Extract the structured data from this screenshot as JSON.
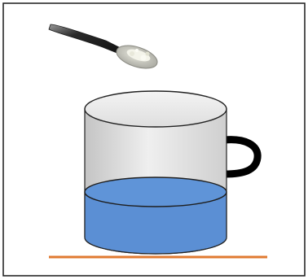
{
  "scene": {
    "background_color": "#ffffff",
    "frame_color": "#1a1a1a",
    "objects": {
      "spoon": {
        "icon": "spoon-icon",
        "handle_color": "#3a3a3a",
        "bowl_color": "#c8c8c0",
        "contents": "powder",
        "contents_color": "#f2f2e6"
      },
      "cup": {
        "icon": "cup-icon",
        "glass_color": "#d4d4d4",
        "outline_color": "#222222",
        "handle_color": "#000000",
        "transparent": true
      },
      "liquid": {
        "icon": "water-icon",
        "color": "#5b8fd4",
        "fill_level": 0.45
      },
      "surface": {
        "icon": "table-surface-line",
        "color": "#e07a30"
      }
    }
  }
}
